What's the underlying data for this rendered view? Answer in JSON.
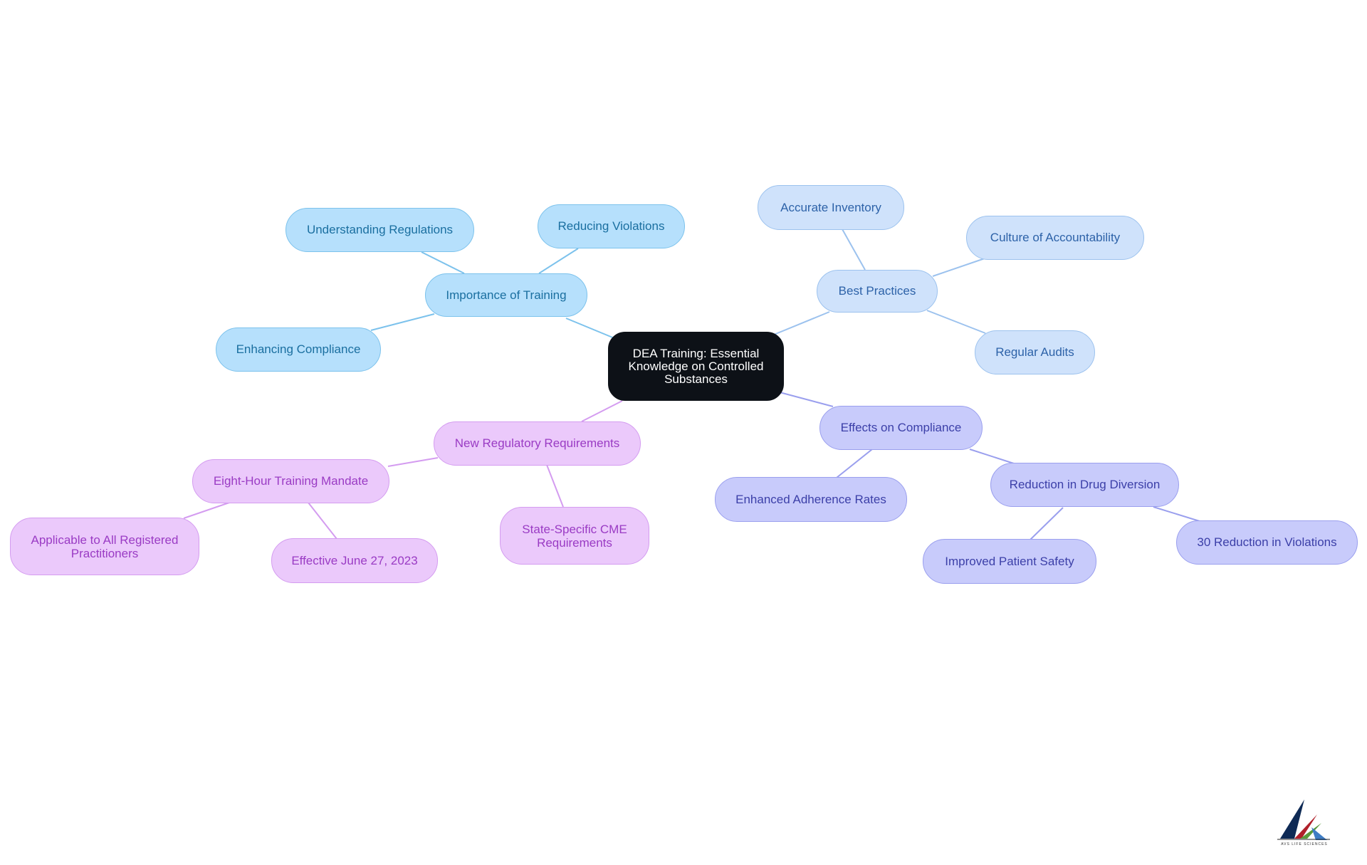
{
  "root": {
    "lines": [
      "DEA Training: Essential",
      "Knowledge on Controlled",
      "Substances"
    ]
  },
  "branches": {
    "training": {
      "label": "Importance of Training",
      "children": [
        "Understanding Regulations",
        "Reducing Violations",
        "Enhancing Compliance"
      ]
    },
    "practices": {
      "label": "Best Practices",
      "children": [
        "Accurate Inventory",
        "Culture of Accountability",
        "Regular Audits"
      ]
    },
    "effects": {
      "label": "Effects on Compliance",
      "children": [
        "Enhanced Adherence Rates",
        "Reduction in Drug Diversion"
      ],
      "diversion_children": [
        "Improved Patient Safety",
        "30 Reduction in Violations"
      ]
    },
    "regulatory": {
      "label": "New Regulatory Requirements",
      "children": [
        "Eight-Hour Training Mandate",
        "State-Specific CME Requirements"
      ],
      "mandate_children": [
        "Applicable to All Registered Practitioners",
        "Effective June 27, 2023"
      ]
    }
  },
  "logo": {
    "text": "AVS LIFE SCIENCES"
  },
  "colors": {
    "training": "#7cc2ec",
    "practices": "#9cc2ee",
    "effects": "#9a9fee",
    "regulatory": "#d49cf0"
  }
}
